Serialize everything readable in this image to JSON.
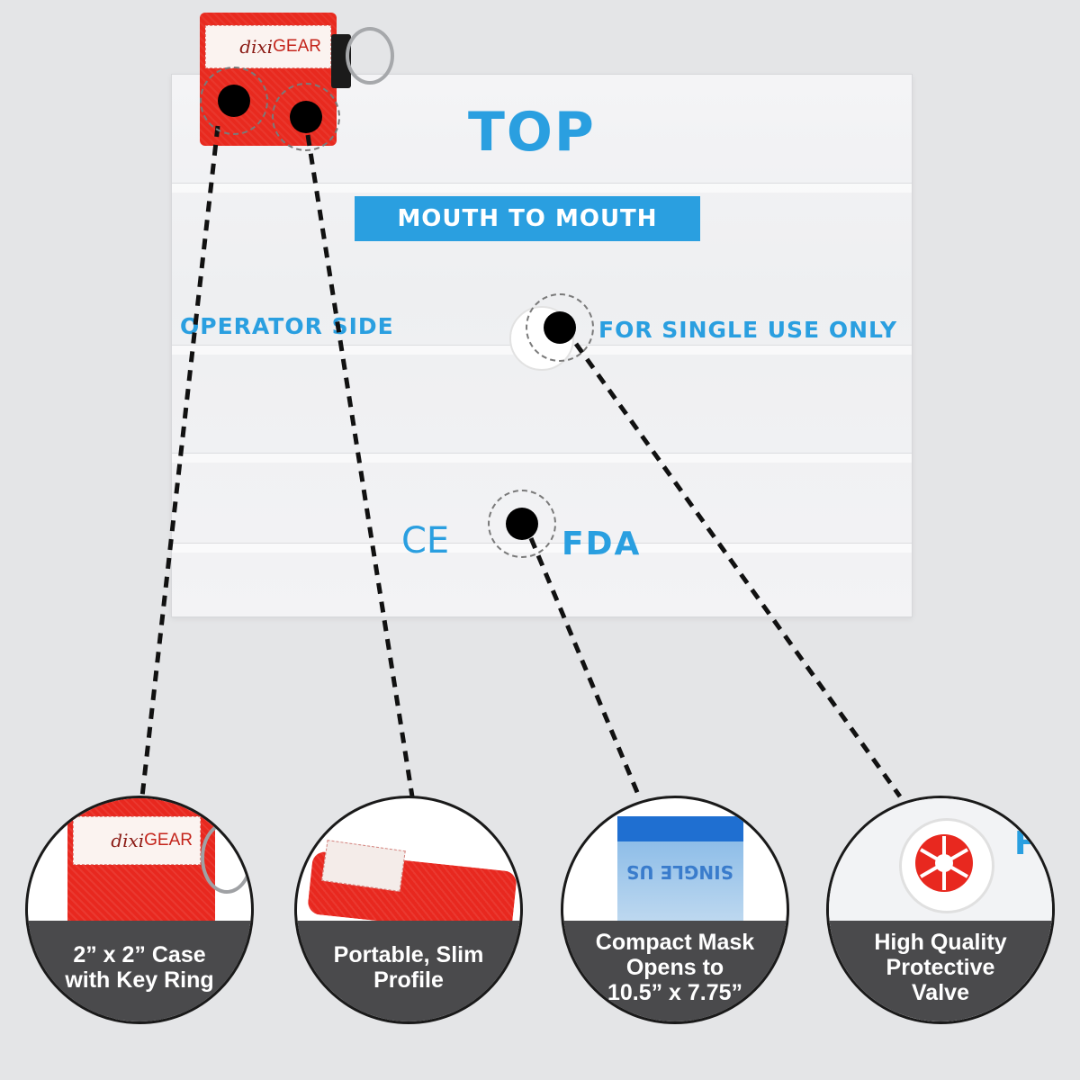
{
  "sheet": {
    "top_text": "TOP",
    "mtm_text": "MOUTH TO MOUTH",
    "operator_text": "OPERATOR SIDE",
    "single_use_text": "FOR SINGLE USE ONLY",
    "ce_mark": "CE",
    "fda_text": "FDA"
  },
  "case": {
    "brand_prefix": "dixi",
    "brand_suffix": "GEAR"
  },
  "features": [
    {
      "id": "case",
      "caption_lines": [
        "2” x 2” Case",
        "with Key Ring"
      ]
    },
    {
      "id": "slim",
      "caption_lines": [
        "Portable, Slim",
        "Profile"
      ]
    },
    {
      "id": "mask",
      "caption_lines": [
        "Compact Mask",
        "Opens to",
        "10.5” x 7.75”"
      ]
    },
    {
      "id": "valve",
      "caption_lines": [
        "High Quality",
        "Protective",
        "Valve"
      ]
    }
  ],
  "photo_text": {
    "bag_text": "SINGLE US",
    "sheet_letter": "F"
  },
  "colors": {
    "accent_blue": "#2a9fe0",
    "case_red": "#e8281f",
    "caption_gray": "#4a4a4c",
    "hotspot_yellow": "#f2d000"
  }
}
